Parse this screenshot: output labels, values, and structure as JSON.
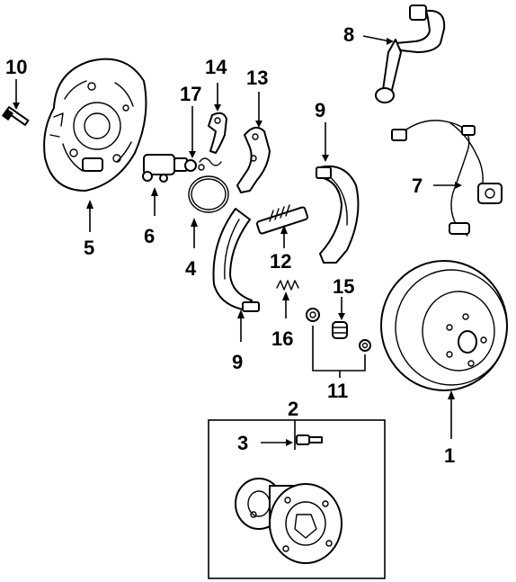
{
  "callouts": {
    "c1": "1",
    "c2": "2",
    "c3": "3",
    "c4": "4",
    "c5": "5",
    "c6": "6",
    "c7": "7",
    "c8": "8",
    "c9a": "9",
    "c9b": "9",
    "c10": "10",
    "c11": "11",
    "c12": "12",
    "c13": "13",
    "c14": "14",
    "c15": "15",
    "c16": "16",
    "c17": "17"
  },
  "icons": [
    "backing-plate",
    "wheel-cylinder",
    "ring-seal",
    "brake-shoe",
    "adjuster",
    "brake-drum",
    "abs-sensor-harness",
    "brake-hose",
    "hub-bearing",
    "bolt",
    "spring",
    "lever"
  ]
}
